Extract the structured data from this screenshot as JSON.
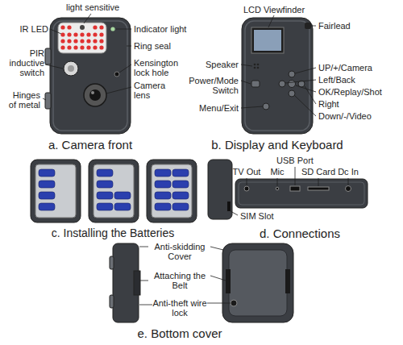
{
  "diagram": {
    "labels": [
      "light sensitive",
      "IR LED",
      "Indicator light",
      "Ring seal",
      "PIR inductive switch",
      "Kensington lock hole",
      "Hinges of metal",
      "Camera lens",
      "a. Camera front",
      "LCD Viewfinder",
      "Fairlead",
      "Speaker",
      "UP/+/Camera",
      "Power/Mode Switch",
      "Left/Back",
      "OK/Replay/Shot",
      "Menu/Exit",
      "Right",
      "Down/-/Video",
      "b. Display and Keyboard",
      "c. Installing the Batteries",
      "USB Port",
      "TV Out",
      "Mic",
      "SD Card",
      "Dc In",
      "SIM Slot",
      "d. Connections",
      "Anti-skidding Cover",
      "Attaching the Belt",
      "Anti-theft wire lock",
      "e. Bottom cover"
    ]
  }
}
